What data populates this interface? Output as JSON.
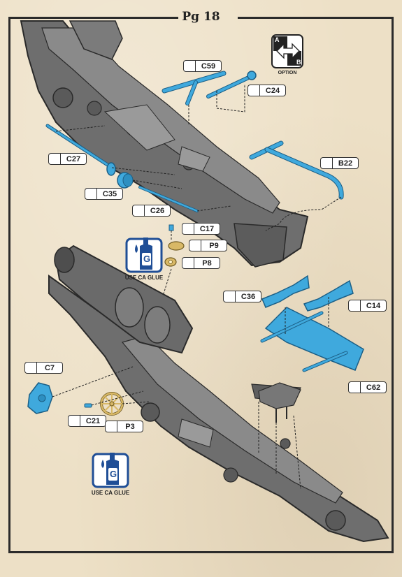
{
  "page": {
    "title": "Pg 18"
  },
  "option_badge": {
    "letter_a": "A",
    "letter_b": "B",
    "caption": "OPTION",
    "icon": "option-arrow-icon"
  },
  "glue": [
    {
      "caption": "USE CA GLUE",
      "letter": "G",
      "icon": "ca-glue-bottle-icon"
    },
    {
      "caption": "USE CA GLUE",
      "letter": "G",
      "icon": "ca-glue-bottle-icon"
    }
  ],
  "parts": {
    "c59": "C59",
    "c24": "C24",
    "c27": "C27",
    "b22": "B22",
    "c35": "C35",
    "c26": "C26",
    "c17": "C17",
    "p9": "P9",
    "p8": "P8",
    "c36": "C36",
    "c14": "C14",
    "c7": "C7",
    "c62": "C62",
    "c21": "C21",
    "p3": "P3"
  },
  "colors": {
    "part_highlight": "#3fa9dd",
    "part_outline": "#1c5f86",
    "model_gray": "#6e6e6e",
    "model_dark": "#3c3c3c",
    "brass": "#d8b866",
    "glue_blue": "#1f4e96"
  }
}
